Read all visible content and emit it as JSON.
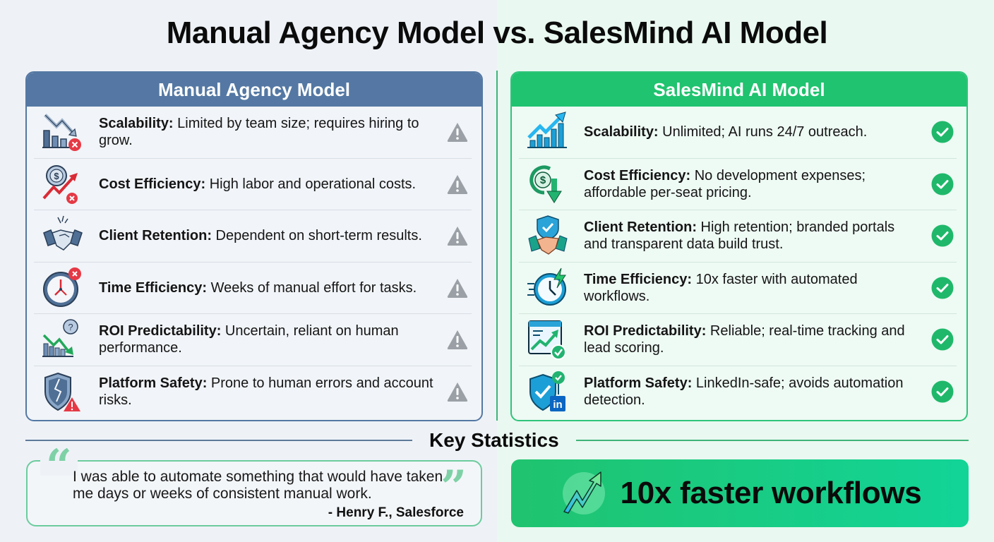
{
  "title": "Manual Agency Model vs. SalesMind AI Model",
  "manual": {
    "header": "Manual Agency Model",
    "status_icon": "warning-triangle-icon",
    "rows": [
      {
        "label": "Scalability:",
        "text": " Limited by team size; requires hiring to grow.",
        "icon": "declining-bar-chart-icon"
      },
      {
        "label": "Cost Efficiency:",
        "text": " High labor and operational costs.",
        "icon": "rising-cost-icon"
      },
      {
        "label": "Client Retention:",
        "text": " Dependent on short-term results.",
        "icon": "broken-handshake-icon"
      },
      {
        "label": "Time Efficiency:",
        "text": " Weeks of manual effort for tasks.",
        "icon": "clock-error-icon"
      },
      {
        "label": "ROI Predictability:",
        "text": " Uncertain, reliant on human performance.",
        "icon": "uncertain-chart-icon"
      },
      {
        "label": "Platform Safety:",
        "text": " Prone to human errors and account risks.",
        "icon": "cracked-shield-icon"
      }
    ]
  },
  "ai": {
    "header": "SalesMind AI Model",
    "status_icon": "check-circle-icon",
    "rows": [
      {
        "label": "Scalability:",
        "text": " Unlimited; AI runs 24/7 outreach.",
        "icon": "growth-bar-chart-icon"
      },
      {
        "label": "Cost Efficiency:",
        "text": " No development expenses; affordable per-seat pricing.",
        "icon": "cost-down-icon"
      },
      {
        "label": "Client Retention:",
        "text": " High retention; branded portals and transparent data build trust.",
        "icon": "trust-handshake-icon"
      },
      {
        "label": "Time Efficiency:",
        "text": " 10x faster with automated workflows.",
        "icon": "fast-clock-icon"
      },
      {
        "label": "ROI Predictability:",
        "text": " Reliable; real-time tracking and lead scoring.",
        "icon": "dashboard-chart-icon"
      },
      {
        "label": "Platform Safety:",
        "text": " LinkedIn-safe; avoids automation detection.",
        "icon": "linkedin-shield-icon"
      }
    ]
  },
  "key_statistics": {
    "title": "Key Statistics",
    "quote": "I was able to automate something that would have taken me days or weeks of consistent manual work.",
    "author": "- Henry F., Salesforce",
    "stat": "10x faster workflows"
  },
  "colors": {
    "manual_accent": "#5478a3",
    "ai_accent": "#20c36f",
    "warning_gray": "#9aa0a6",
    "check_green": "#1fb86a",
    "error_red": "#e53945"
  }
}
